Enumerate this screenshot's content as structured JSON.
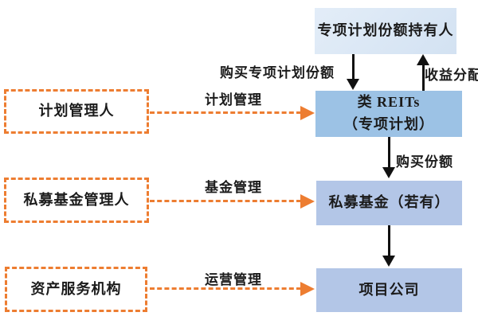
{
  "diagram": {
    "nodes": {
      "holder": {
        "label": "专项计划份额持有人"
      },
      "reits": {
        "line1": "类 REITs",
        "line2": "（专项计划）"
      },
      "private_fund": {
        "label": "私募基金（若有）"
      },
      "project_company": {
        "label": "项目公司"
      },
      "plan_manager": {
        "label": "计划管理人"
      },
      "fund_manager": {
        "label": "私募基金管理人"
      },
      "asset_service": {
        "label": "资产服务机构"
      }
    },
    "edges": {
      "buy_plan_shares": {
        "label": "购买专项计划份额"
      },
      "income_distribution": {
        "label": "收益分配"
      },
      "buy_shares": {
        "label": "购买份额"
      },
      "plan_management": {
        "label": "计划管理"
      },
      "fund_management": {
        "label": "基金管理"
      },
      "operation_management": {
        "label": "运营管理"
      }
    },
    "colors": {
      "holder_fill": "#dce8f5",
      "reits_fill": "#9cc2e5",
      "fund_fill": "#b3c6e7",
      "project_fill": "#b3c6e7",
      "dashed_accent": "#ed7d31",
      "arrow": "#111111",
      "text": "#1b1b1b",
      "background": "#ffffff"
    }
  }
}
